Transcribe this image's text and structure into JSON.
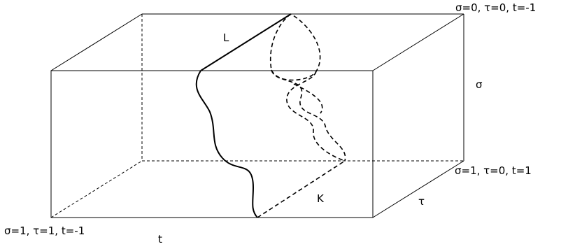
{
  "labels": {
    "L": "L",
    "K": "K",
    "sigma_axis": "σ",
    "tau_axis": "τ",
    "t_axis": "t",
    "corner_top_right": "σ=0, τ=0, t=-1",
    "corner_mid_right": "σ=1, τ=0, t=1",
    "corner_bottom_left": "σ=1, τ=1, t=-1"
  },
  "colors": {
    "stroke": "#000000",
    "background": "#ffffff"
  }
}
